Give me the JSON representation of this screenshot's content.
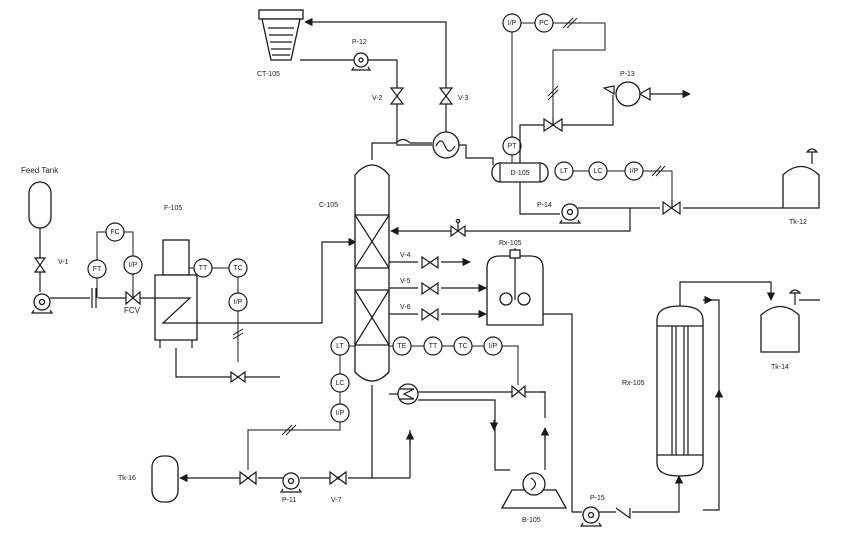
{
  "equipment": {
    "feed_tank": "Feed Tank",
    "v1": "V-1",
    "fcv": "FCV",
    "f105": "F-105",
    "c105": "C-105",
    "ct105": "CT-105",
    "p12": "P-12",
    "v2": "V-2",
    "v3": "V-3",
    "d105": "D-105",
    "p13": "P-13",
    "p14": "P-14",
    "tk12": "Tk-12",
    "rx105_top": "Rx-105",
    "rx105_right": "Rx-105",
    "v4": "V-4",
    "v5": "V-5",
    "v6": "V-6",
    "tk14": "Tk-14",
    "tk16": "Tk-16",
    "p11": "P-11",
    "v7": "V-7",
    "b105": "B-105",
    "p15": "P-15"
  },
  "instruments": {
    "fc": "FC",
    "ft": "FT",
    "ip_feed": "I/P",
    "tt_f": "TT",
    "tc_f": "TC",
    "ip_f": "I/P",
    "ip_top": "I/P",
    "pc": "PC",
    "pt": "PT",
    "lt_d": "LT",
    "lc_d": "LC",
    "ip_d": "I/P",
    "lt_c": "LT",
    "lc_c": "LC",
    "ip_c": "I/P",
    "te": "TE",
    "tt_c": "TT",
    "tc_c": "TC",
    "ip_te": "I/P"
  }
}
